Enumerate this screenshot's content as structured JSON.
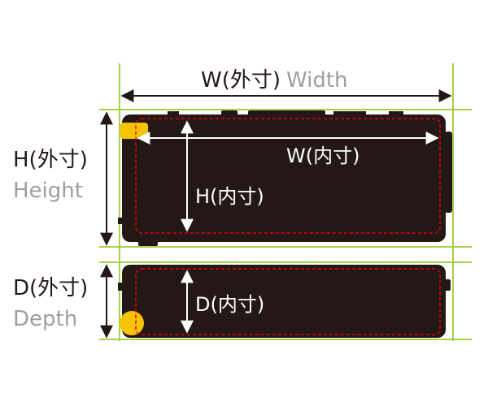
{
  "outer_width": {
    "main": "W(外寸)",
    "sub": "Width"
  },
  "outer_height": {
    "main": "H(外寸)",
    "sub": "Height"
  },
  "outer_depth": {
    "main": "D(外寸)",
    "sub": "Depth"
  },
  "inner_width": "W(内寸)",
  "inner_height": "H(内寸)",
  "inner_depth": "D(内寸)",
  "colors": {
    "guide_lines": "#a7cf4a",
    "inner_dashed": "#e60012",
    "case_body": "#231815",
    "wheels": "#f7c300",
    "text_dark": "#231815",
    "text_gray": "#9e9e9e",
    "text_on_case": "#ffffff"
  }
}
